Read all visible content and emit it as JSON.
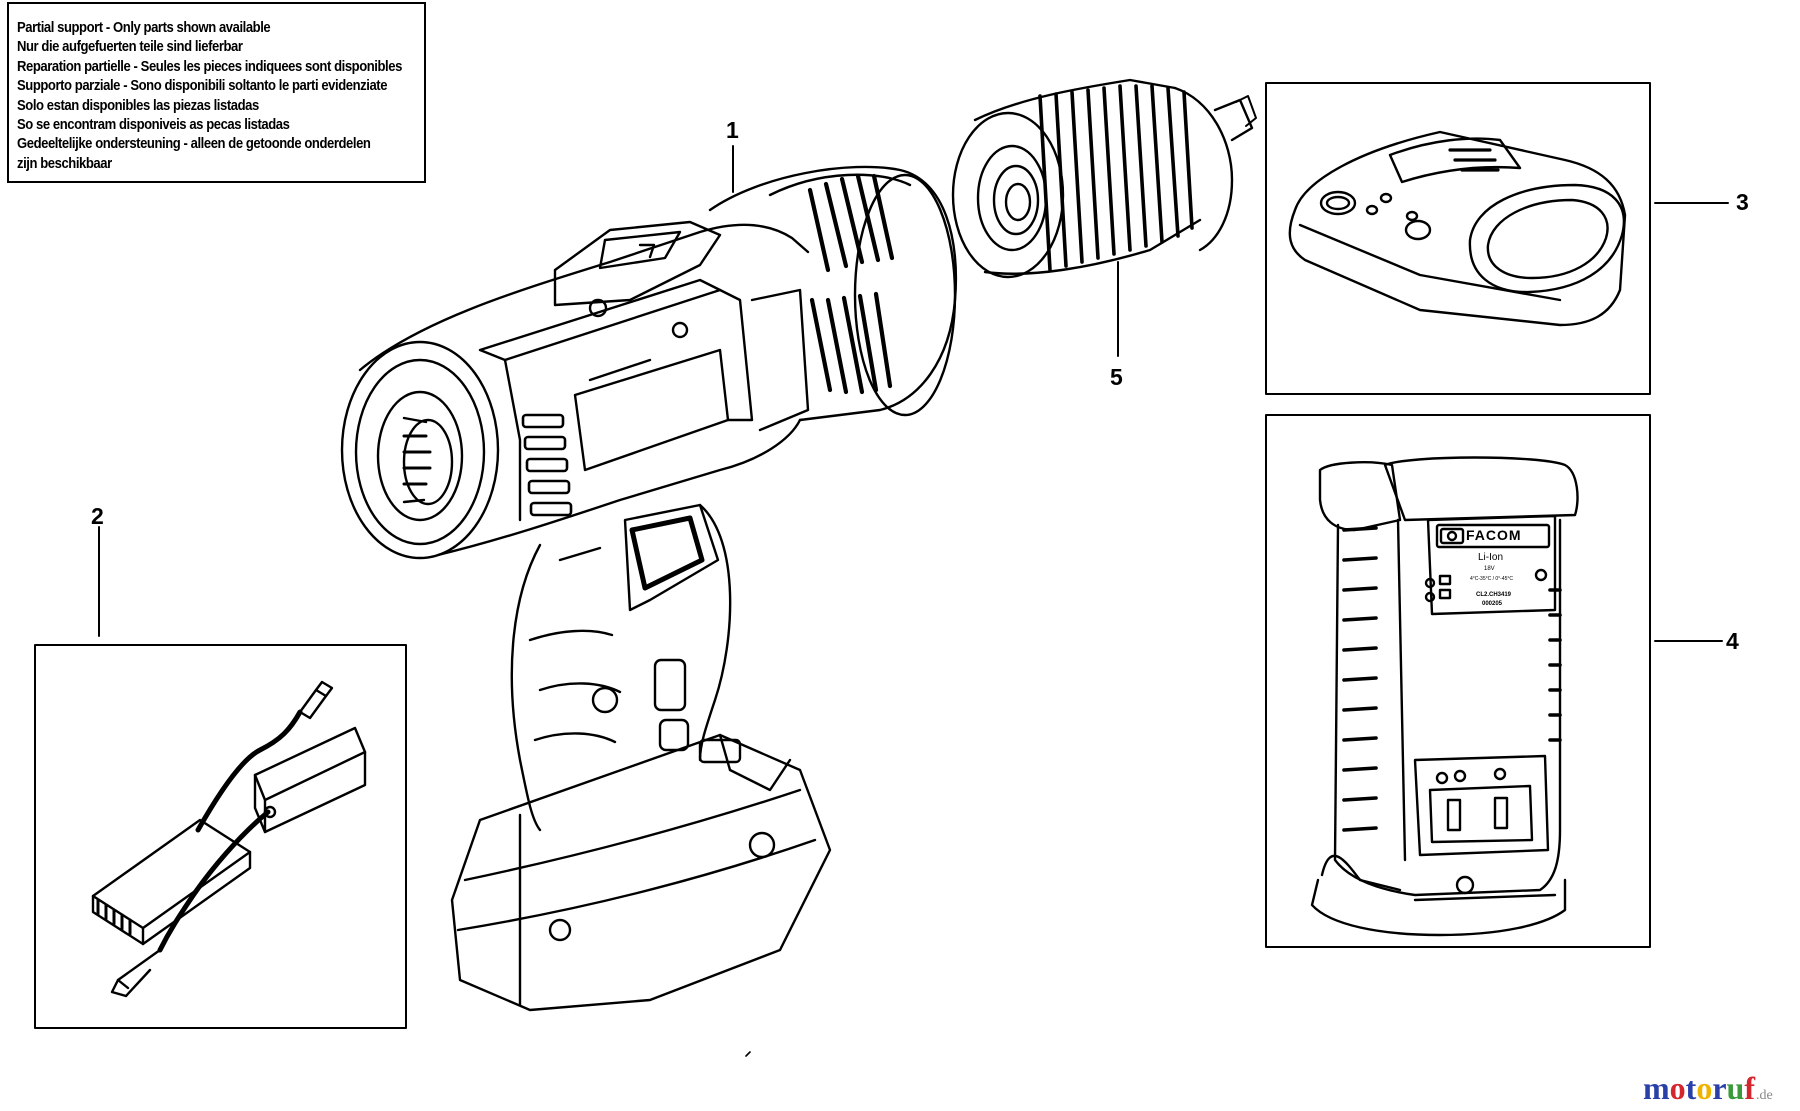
{
  "notice": {
    "lines": [
      "Partial support - Only parts shown available",
      "Nur die aufgefuerten teile sind lieferbar",
      "Reparation partielle - Seules les pieces indiquees sont disponibles",
      "Supporto parziale - Sono disponibili soltanto le parti evidenziate",
      "Solo estan disponibles las piezas listadas",
      "So se encontram disponiveis as pecas listadas",
      "Gedeeltelijke ondersteuning - alleen de getoonde onderdelen",
      "zijn beschikbaar"
    ]
  },
  "callouts": {
    "drill_body": "1",
    "carbon_brushes": "2",
    "battery_pack": "3",
    "charger": "4",
    "chuck": "5"
  },
  "charger_label": {
    "brand": "FACOM",
    "chemistry": "Li-Ion",
    "voltage": "18V",
    "temp": "4°C-35°C / 0°-45°C",
    "model": "CL2.CH3419",
    "code": "000205"
  },
  "watermark": {
    "m": "m",
    "o1": "o",
    "t": "t",
    "o2": "o",
    "r": "r",
    "u": "u",
    "f": "f",
    "tail": ".de"
  },
  "colors": {
    "line": "#000000",
    "wm_m": "#2b3fa8",
    "wm_o1": "#d4262d",
    "wm_t": "#2b3fa8",
    "wm_o2": "#f0b400",
    "wm_r": "#2b3fa8",
    "wm_u": "#3a9b3c",
    "wm_f": "#d4262d"
  }
}
